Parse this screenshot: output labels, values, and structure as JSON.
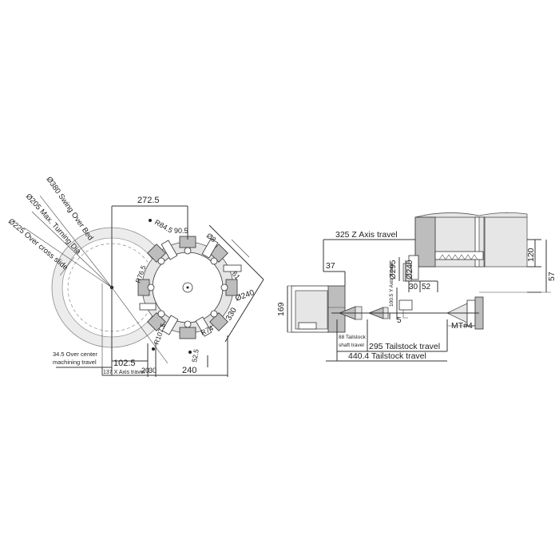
{
  "dims_left": {
    "d272": "272.5",
    "d102": "102.5",
    "d240": "240",
    "d20": "20",
    "d30": "30",
    "d330": "330",
    "d0240": "Ø240",
    "d08": "Ø8",
    "r84": "R84.5",
    "d90": "90.5",
    "r765": "R76.5",
    "d61": "61",
    "r74": "R74",
    "r107": "R107.5",
    "d525": "52.5",
    "d345": "34.5 Over center",
    "d345b": "machining travel",
    "d137": "137 X Axis travel"
  },
  "diag_labels": {
    "swing": "Ø380 Swing Over Bed",
    "turn": "Ø205 Max. Turning Dia",
    "cross": "Ø225 Over cross slide"
  },
  "dims_right": {
    "z325": "325 Z Axis travel",
    "d37": "37",
    "d169": "169",
    "d295": "Ø295",
    "d240": "Ø240",
    "d120": "120",
    "d57": "57",
    "d30": "30",
    "d52": "52",
    "d5": "5",
    "y": "100.5 Y Axis travel",
    "mt4": "MT#4",
    "s88a": "88 Tailstock",
    "s88b": "shaft travel",
    "t295": "295 Tailstock travel",
    "t440": "440.4 Tailstock travel"
  }
}
